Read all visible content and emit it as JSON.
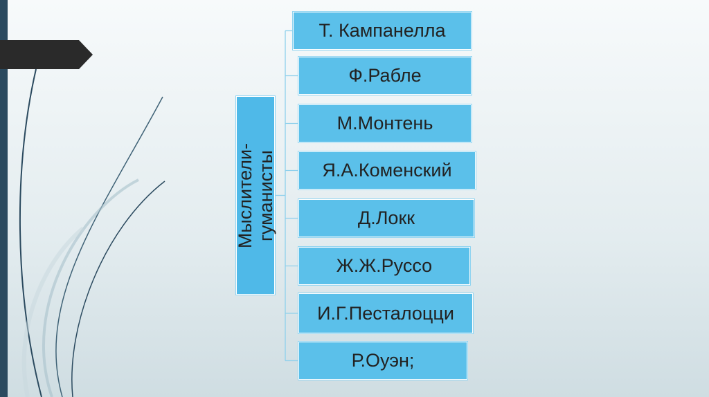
{
  "root": {
    "line1": "Мыслители-",
    "line2": "гуманисты"
  },
  "items": [
    "Т. Кампанелла",
    "Ф.Рабле",
    "М.Монтень",
    "Я.А.Коменский",
    "Д.Локк",
    "Ж.Ж.Руссо",
    "И.Г.Песталоцци",
    "Р.Оуэн;"
  ],
  "colors": {
    "box_fill": "#5bc0ea",
    "connector": "#8ed0ec",
    "side_bar": "#2b4a5f",
    "arrow_tab": "#2a2a2a"
  }
}
